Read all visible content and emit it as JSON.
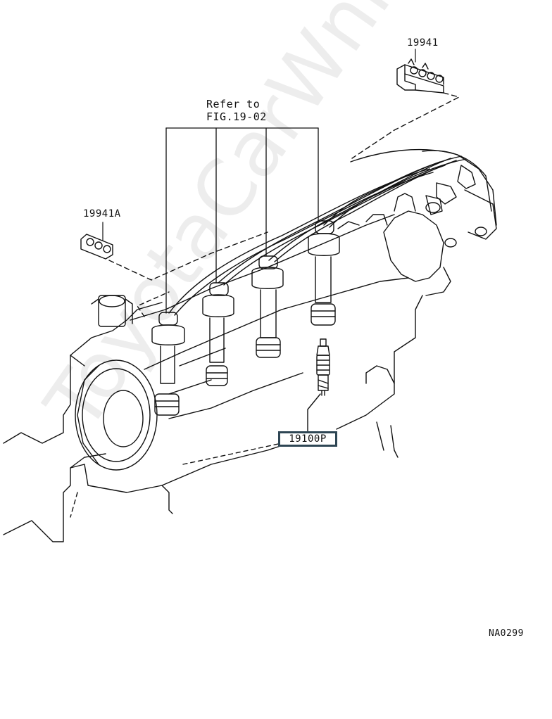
{
  "labels": {
    "refer_line1": "Refer to",
    "refer_line2": "FIG.19-02",
    "part_19941": "19941",
    "part_19941a": "19941A",
    "part_19100p": "19100P",
    "figure_code": "NA0299"
  },
  "watermark": "ToyotaCarWnice.ru",
  "colors": {
    "line": "#111111",
    "highlight_box": "#2e4654",
    "background": "#ffffff"
  }
}
